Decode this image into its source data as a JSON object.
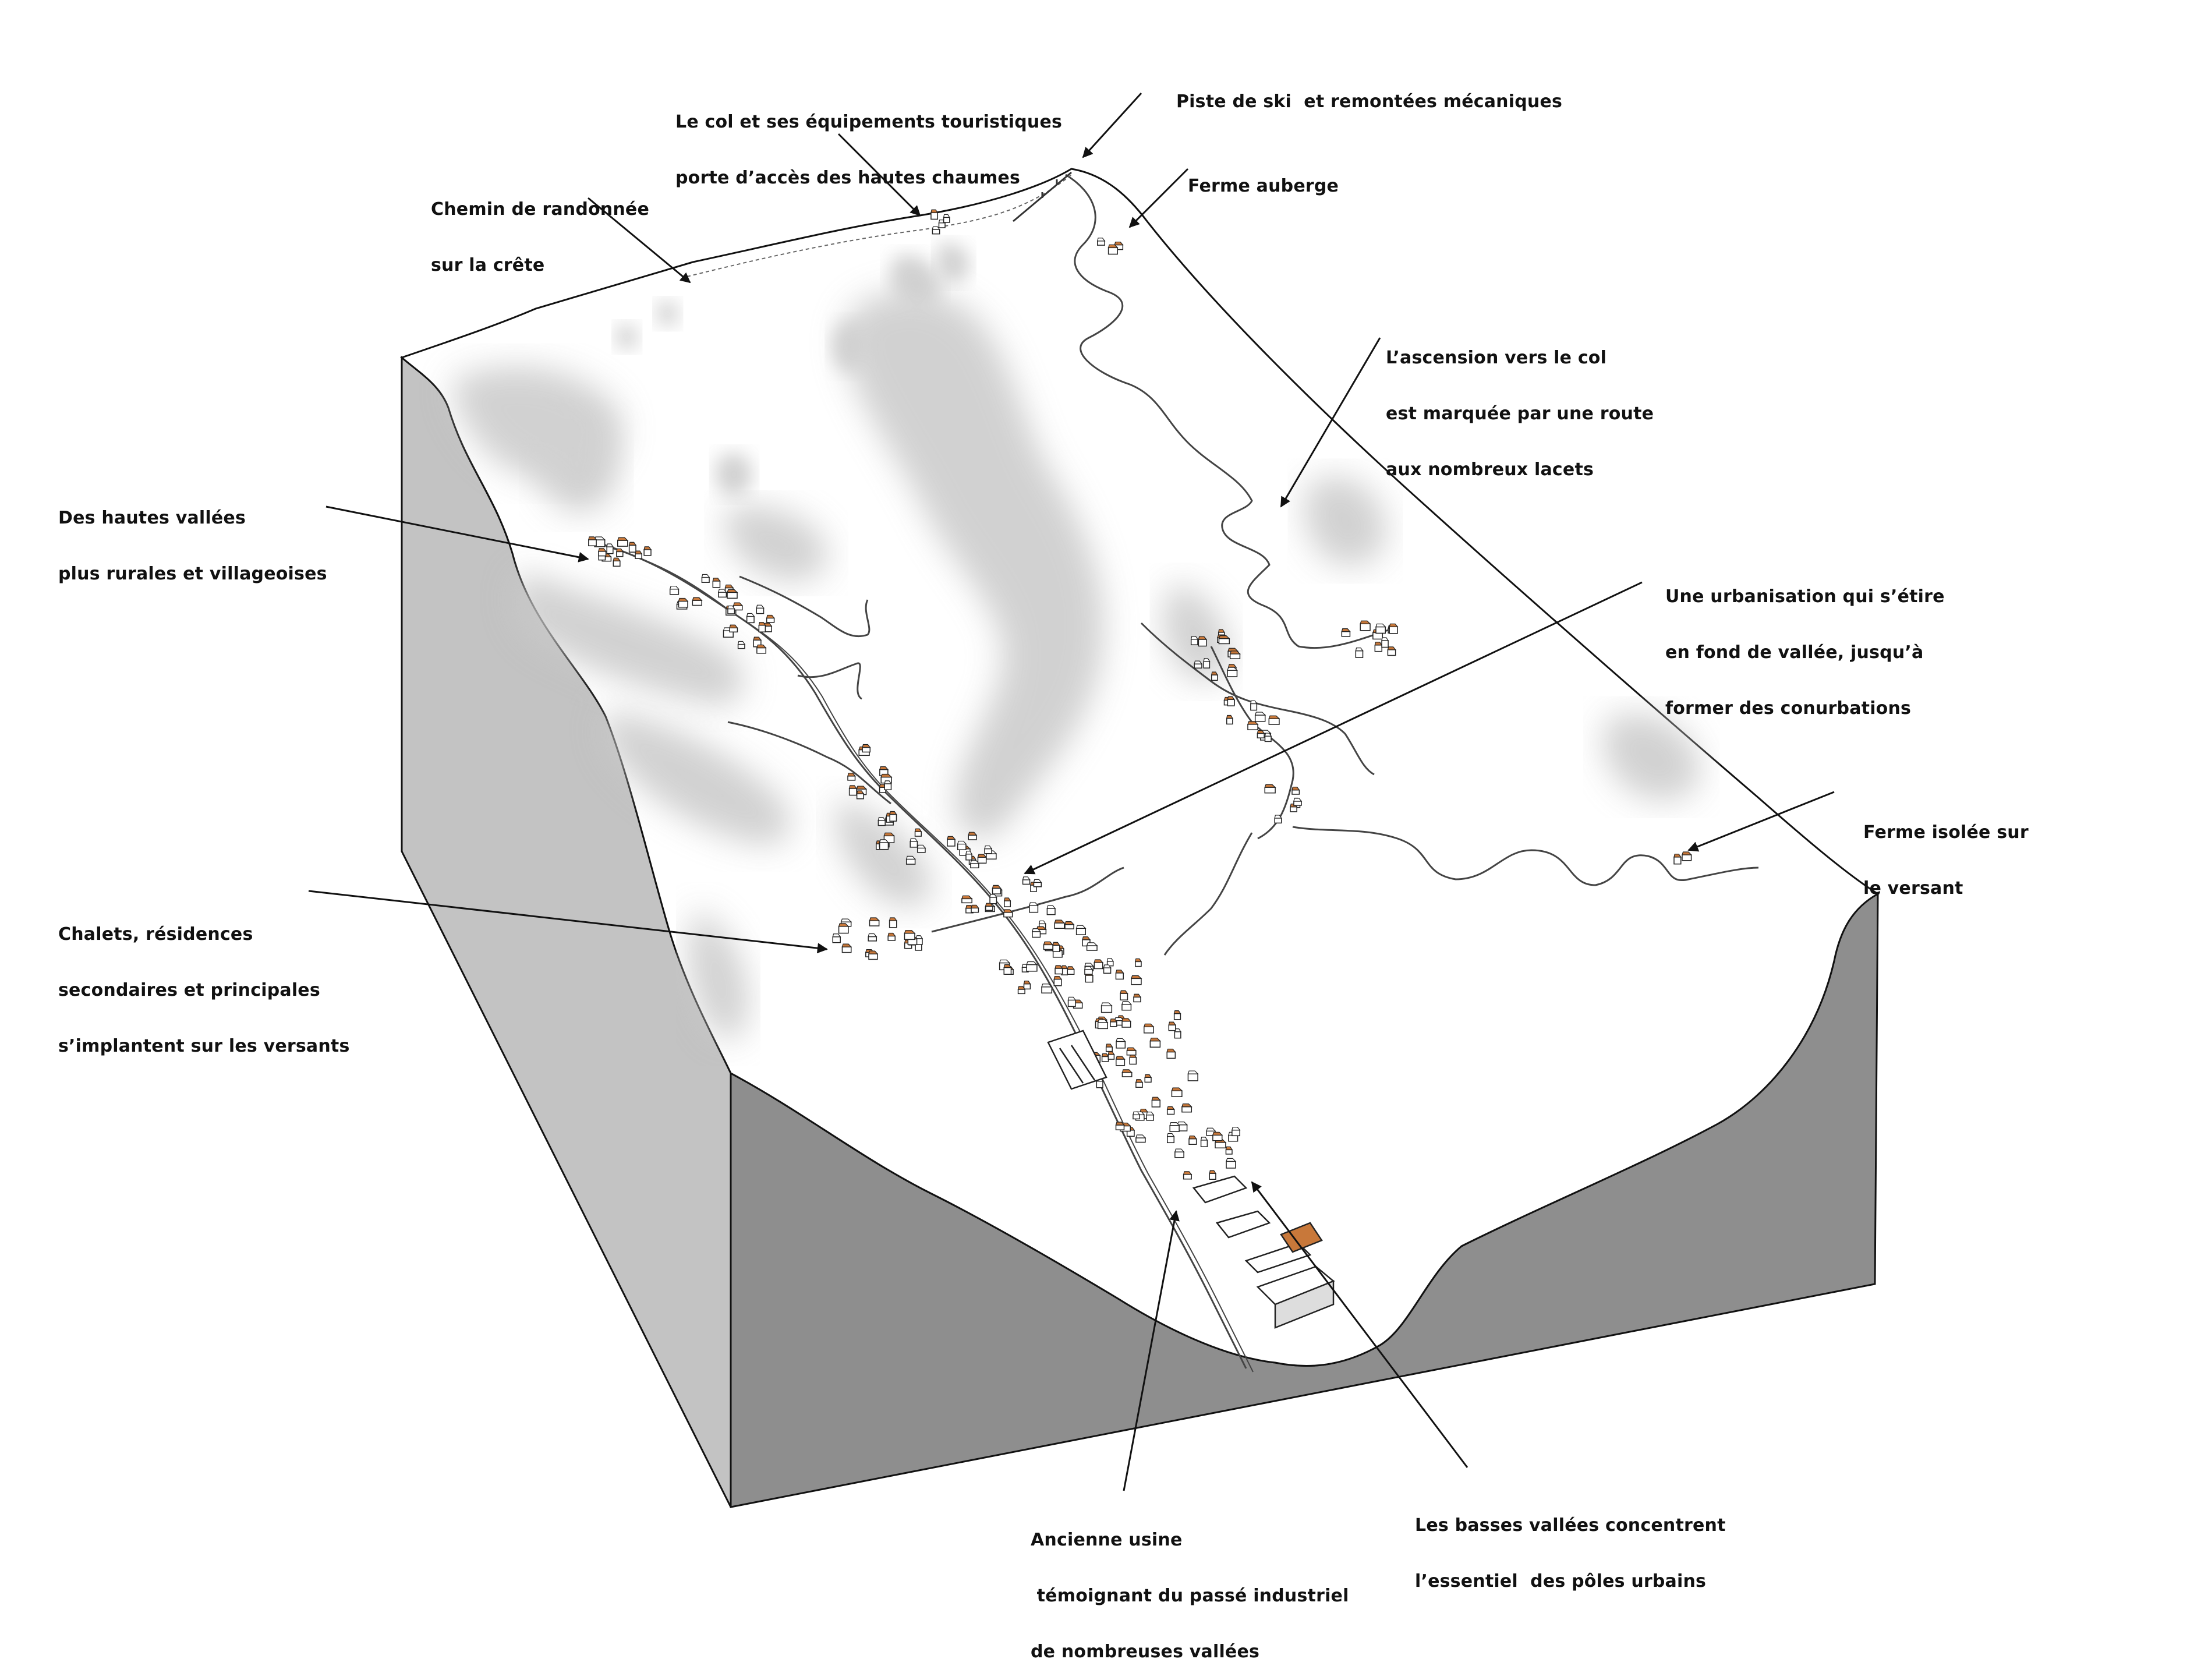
{
  "annotations": {
    "piste": {
      "lines": [
        "Piste de ski  et remontées mécaniques"
      ]
    },
    "col": {
      "lines": [
        "Le col et ses équipements touristiques",
        "porte d’accès des hautes chaumes"
      ]
    },
    "ferme_auberge": {
      "lines": [
        "Ferme auberge"
      ]
    },
    "chemin": {
      "lines": [
        "Chemin de randonnée",
        "sur la crête"
      ]
    },
    "ascension": {
      "lines": [
        "L’ascension vers le col",
        "est marquée par une route",
        "aux nombreux lacets"
      ]
    },
    "hautes_vallees": {
      "lines": [
        "Des hautes vallées",
        "plus rurales et villageoises"
      ]
    },
    "urbanisation": {
      "lines": [
        "Une urbanisation qui s’étire",
        "en fond de vallée, jusqu’à",
        "former des conurbations"
      ]
    },
    "ferme_isolee": {
      "lines": [
        "Ferme isolée sur",
        "le versant"
      ]
    },
    "chalets": {
      "lines": [
        "Chalets, résidences",
        "secondaires et principales",
        "s’implantent sur les versants"
      ]
    },
    "usine": {
      "lines": [
        "Ancienne usine",
        " témoignant du passé industriel",
        "de nombreuses vallées"
      ]
    },
    "basses_vallees": {
      "lines": [
        "Les basses vallées concentrent",
        "l’essentiel  des pôles urbains"
      ]
    }
  },
  "colors": {
    "ink": "#111111",
    "relief_shadow": "#c7c7c7",
    "block_side_left": "#c3c3c3",
    "block_side_front": "#8e8e8e",
    "roof": "#c8783a",
    "surface": "#ffffff"
  }
}
